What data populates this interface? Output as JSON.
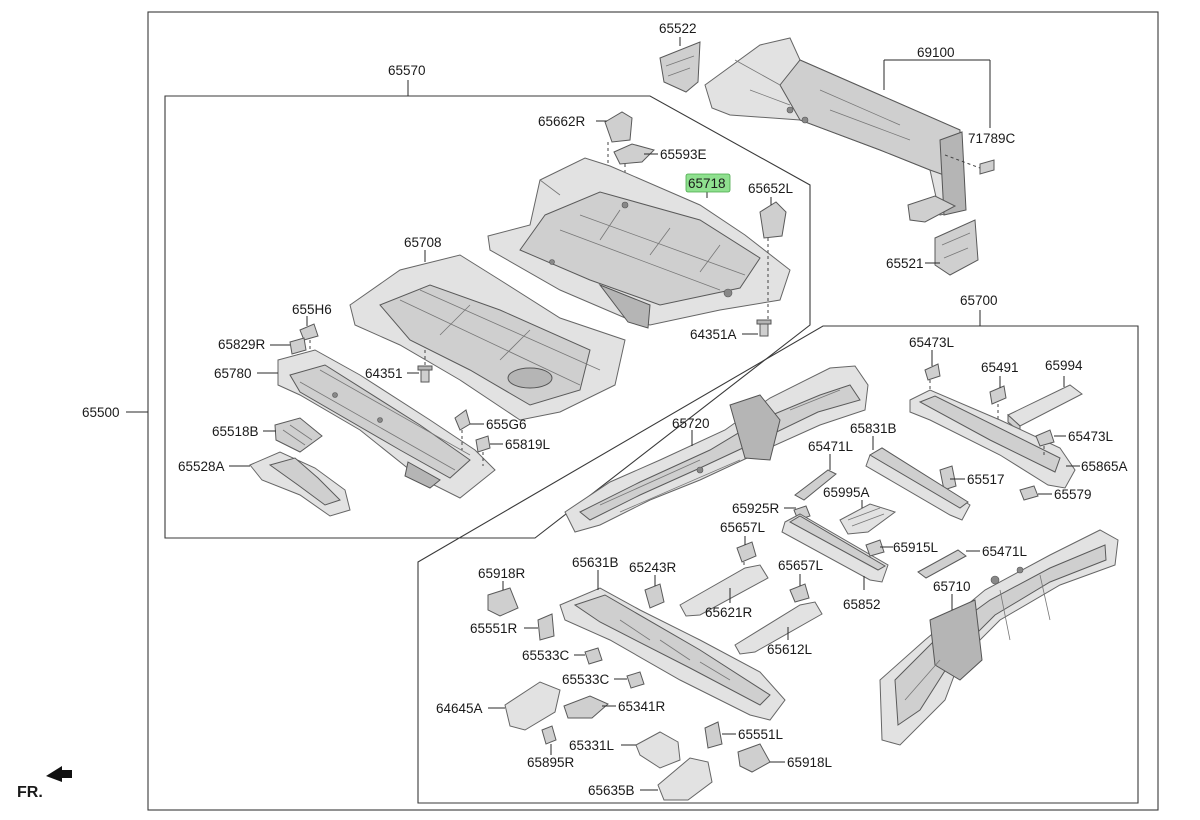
{
  "labels": {
    "p65500": "65500",
    "p65570": "65570",
    "p65700": "65700",
    "p65522": "65522",
    "p69100": "69100",
    "p71789C": "71789C",
    "p65521": "65521",
    "p65662R": "65662R",
    "p65593E": "65593E",
    "p65718": "65718",
    "p65652L": "65652L",
    "p65708": "65708",
    "p64351A": "64351A",
    "p655H6": "655H6",
    "p65829R": "65829R",
    "p65780": "65780",
    "p64351": "64351",
    "p65518B": "65518B",
    "p655G6": "655G6",
    "p65819L": "65819L",
    "p65528A": "65528A",
    "p65473L_top": "65473L",
    "p65491": "65491",
    "p65994": "65994",
    "p65720": "65720",
    "p65831B": "65831B",
    "p65471L_top": "65471L",
    "p65473L_right": "65473L",
    "p65865A": "65865A",
    "p65517": "65517",
    "p65579": "65579",
    "p65995A": "65995A",
    "p65925R": "65925R",
    "p65657L_a": "65657L",
    "p65915L": "65915L",
    "p65471L_right": "65471L",
    "p65918R": "65918R",
    "p65631B": "65631B",
    "p65243R": "65243R",
    "p65657L_b": "65657L",
    "p65710": "65710",
    "p65551R": "65551R",
    "p65621R": "65621R",
    "p65852": "65852",
    "p65612L": "65612L",
    "p65533C_a": "65533C",
    "p65533C_b": "65533C",
    "p64645A": "64645A",
    "p65341R": "65341R",
    "p65331L": "65331L",
    "p65551L": "65551L",
    "p65895R": "65895R",
    "p65918L": "65918L",
    "p65635B": "65635B",
    "fr": "FR."
  },
  "highlight_color": "#8fe08f"
}
